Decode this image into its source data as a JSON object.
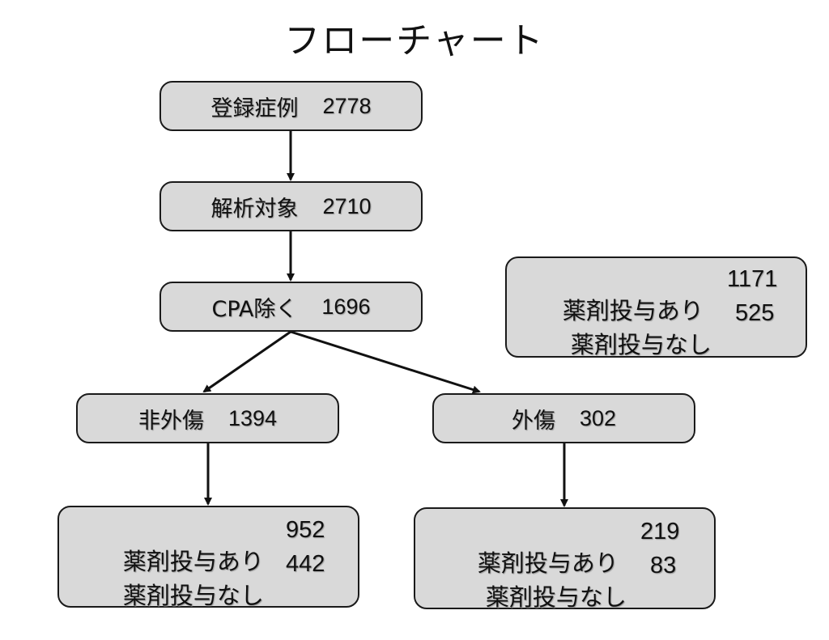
{
  "title": "フローチャート",
  "nodes": {
    "registered": {
      "label": "登録症例",
      "count": "2778"
    },
    "analyzed": {
      "label": "解析対象",
      "count": "2710"
    },
    "excl_cpa": {
      "label": "CPA除く",
      "count": "1696"
    },
    "non_trauma": {
      "label": "非外傷",
      "count": "1394"
    },
    "trauma": {
      "label": "外傷",
      "count": "302"
    }
  },
  "drug_boxes": {
    "overall": {
      "with": {
        "label": "薬剤投与あり",
        "count": "1171"
      },
      "without": {
        "label": "薬剤投与なし",
        "count": "525"
      }
    },
    "non_trauma": {
      "with": {
        "label": "薬剤投与あり",
        "count": "952"
      },
      "without": {
        "label": "薬剤投与なし",
        "count": "442"
      }
    },
    "trauma": {
      "with": {
        "label": "薬剤投与あり",
        "count": "219"
      },
      "without": {
        "label": "薬剤投与なし",
        "count": "83"
      }
    }
  }
}
